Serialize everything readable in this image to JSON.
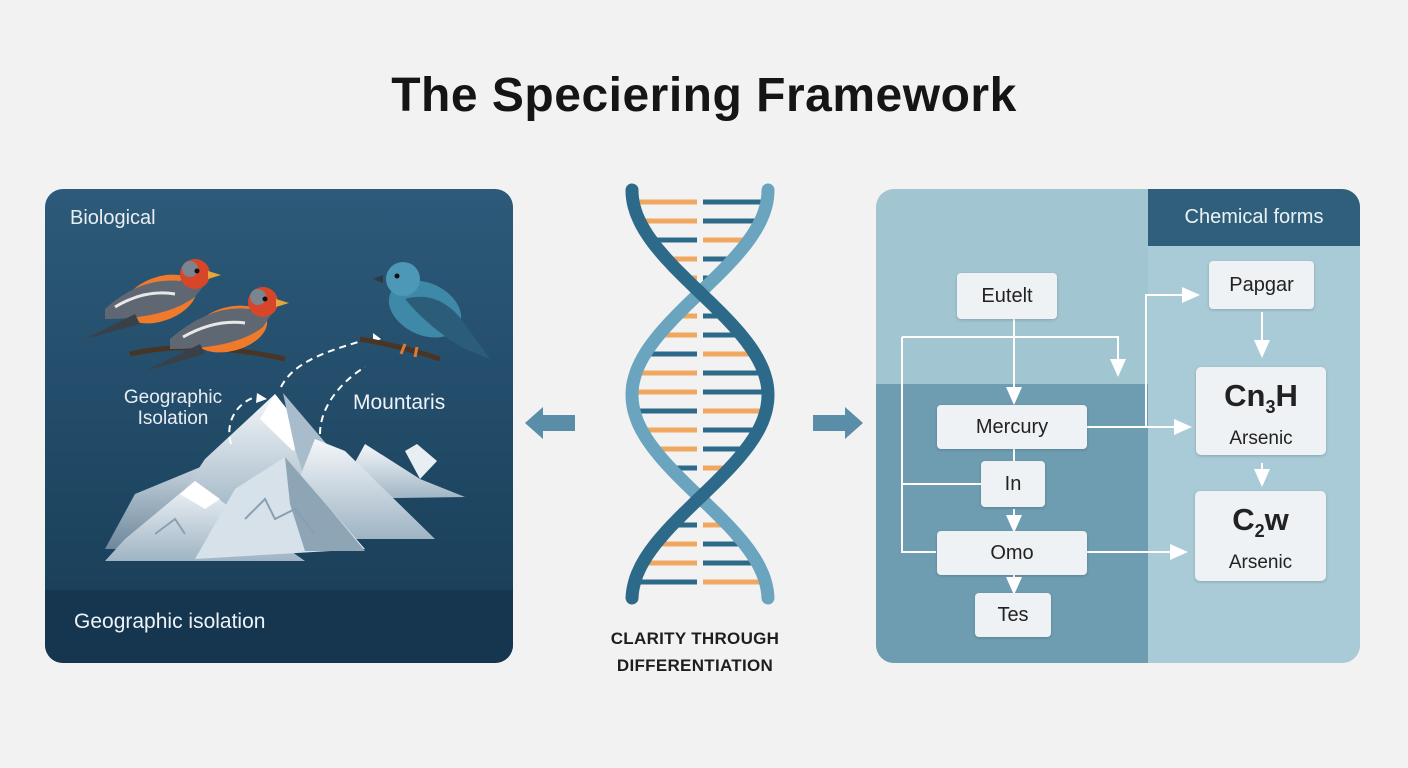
{
  "title": "The Speciering Framework",
  "left": {
    "label": "Biological",
    "isolation_label": "Geographic Isolation",
    "mountain_label": "Mountaris",
    "footer": "Geographic isolation"
  },
  "center": {
    "caption_line1": "CLARITY THROUGH",
    "caption_line2": "DIFFERENTIATION"
  },
  "right": {
    "header": "Chemical forms",
    "nodes": {
      "eutelt": "Eutelt",
      "mercury": "Mercury",
      "in": "In",
      "omo": "Omo",
      "tes": "Tes",
      "papgar": "Papgar"
    },
    "formula1": {
      "main": "Cn",
      "sub": "3",
      "tail": "H",
      "label": "Arsenic"
    },
    "formula2": {
      "main": "C",
      "sub": "2",
      "tail": "w",
      "label": "Arsenic"
    }
  },
  "colors": {
    "background": "#f2f2f2",
    "left_panel": "#1f4864",
    "dna_strand": "#2d6a8a",
    "dna_orange": "#f0a860",
    "arrow": "#5a8ea8",
    "right_header": "#2f5f7b"
  }
}
